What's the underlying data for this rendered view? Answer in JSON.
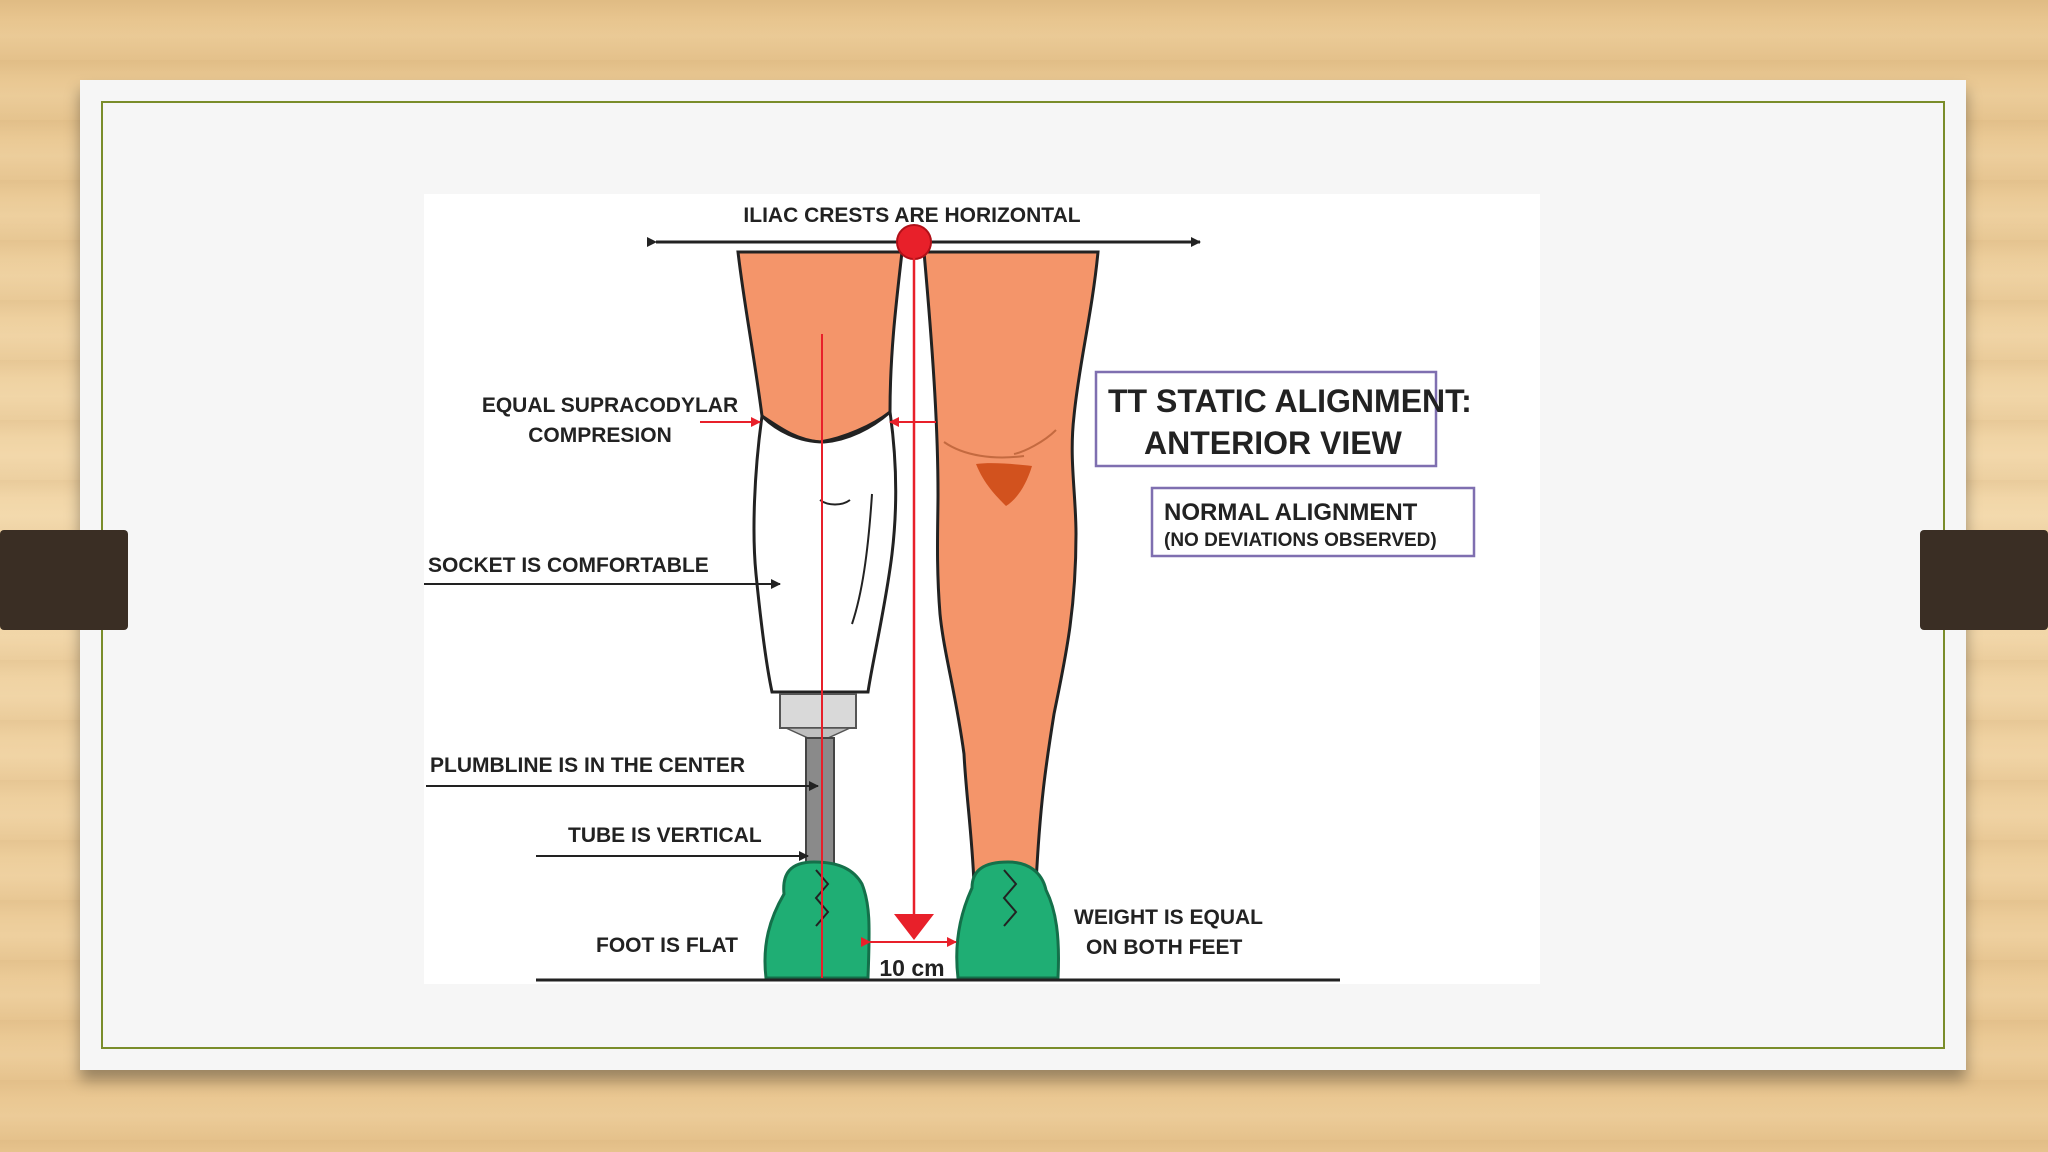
{
  "diagram": {
    "iliac_label": "ILIAC CRESTS ARE HORIZONTAL",
    "supracondylar_line1": "EQUAL SUPRACODYLAR",
    "supracondylar_line2": "COMPRESION",
    "socket_label": "SOCKET IS COMFORTABLE",
    "plumbline_label": "PLUMBLINE IS IN THE CENTER",
    "tube_label": "TUBE IS VERTICAL",
    "foot_label": "FOOT IS FLAT",
    "distance_label": "10 cm",
    "weight_line1": "WEIGHT IS EQUAL",
    "weight_line2": "ON BOTH FEET",
    "title_line1": "TT STATIC ALIGNMENT:",
    "title_line2": "ANTERIOR VIEW",
    "status_line1": "NORMAL ALIGNMENT",
    "status_line2": "(NO DEVIATIONS OBSERVED)"
  },
  "colors": {
    "skin": "#f4956a",
    "skin_outline": "#222222",
    "knee": "#d2521e",
    "shoe": "#1fae74",
    "plumbline": "#e8202a",
    "box_border": "#7f6fb0",
    "slide_border": "#7a8d2a",
    "tab": "#3a2e24"
  }
}
